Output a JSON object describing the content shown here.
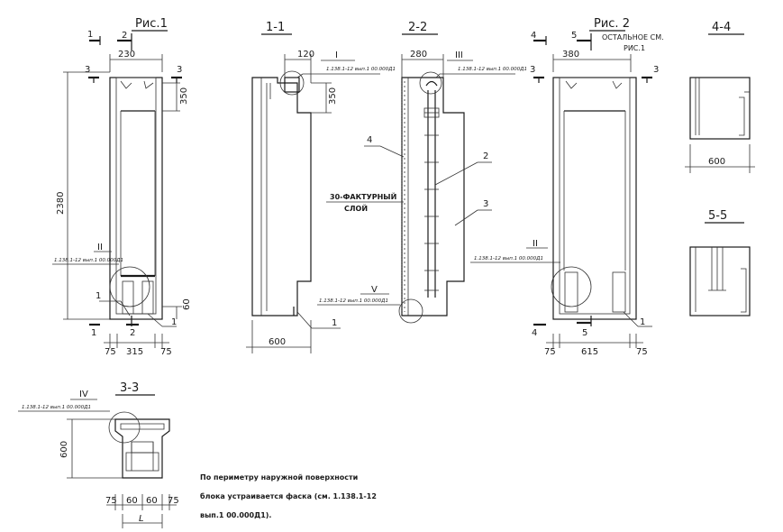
{
  "titles": {
    "fig1": "Рис.1",
    "sec11": "1-1",
    "sec22": "2-2",
    "fig2": "Рис. 2",
    "fig2_note_1": "ОСТАЛЬНОЕ СМ.",
    "fig2_note_2": "РИС.1",
    "sec44": "4-4",
    "sec55": "5-5",
    "sec33": "3-3"
  },
  "dims": {
    "d230": "230",
    "d350a": "350",
    "d2380": "2380",
    "d60a": "60",
    "d75a": "75",
    "d315": "315",
    "d75b": "75",
    "d120": "120",
    "d350b": "350",
    "d600a": "600",
    "d280": "280",
    "d380": "380",
    "d75c": "75",
    "d615": "615",
    "d75d": "75",
    "d600b": "600",
    "d600c": "600",
    "d75e": "75",
    "d60b": "60",
    "d60c": "60",
    "d75f": "75",
    "dL": "L"
  },
  "section_marks": {
    "m1": "1",
    "m2": "2",
    "m3": "3",
    "m4": "4",
    "m5": "5"
  },
  "callouts": {
    "c1": "1",
    "c2": "2",
    "c3": "3",
    "c4": "4"
  },
  "roman": {
    "I": "I",
    "II": "II",
    "III": "III",
    "IV": "IV",
    "V": "V"
  },
  "refs": {
    "ref_I": "1.138.1-12 вып.1 00.000Д1",
    "ref_II": "1.138.1-12 вып.1 00.000Д1",
    "ref_III": "1.138.1-12 вып.1 00.000Д1",
    "ref_II2": "1.138.1-12 вып.1 00.000Д1",
    "ref_V": "1.138.1-12 вып.1 00.000Д1",
    "ref_IV": "1.138.1-12 вып.1 00.000Д1"
  },
  "texture_label_1": "30-ФАКТУРНЫЙ",
  "texture_label_2": "СЛОЙ",
  "note": {
    "line1": "По периметру наружной поверхности",
    "line2": "блока устраивается фаска (см. 1.138.1-12",
    "line3": "вып.1  00.000Д1)."
  }
}
